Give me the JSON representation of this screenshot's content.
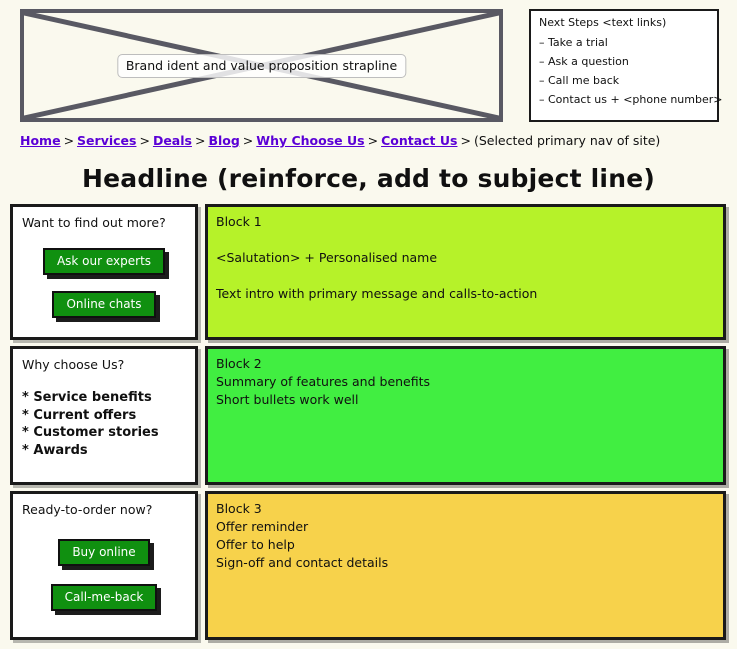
{
  "header": {
    "brand_box": {
      "strapline": "Brand ident and value proposition strapline",
      "border_color": "#595963"
    },
    "next_steps": {
      "title": "Next Steps <text links)",
      "items": [
        "– Take a trial",
        "– Ask a question",
        "– Call me back",
        "– Contact us + <phone number>"
      ]
    }
  },
  "nav": {
    "links": [
      "Home",
      "Services",
      "Deals",
      "Blog",
      "Why Choose Us",
      "Contact Us"
    ],
    "separator": ">",
    "note": "(Selected primary nav of site)",
    "link_color": "#5A00D6"
  },
  "headline": "Headline (reinforce, add to subject line)",
  "left_panels": [
    {
      "title": "Want to find out more?",
      "buttons": [
        "Ask our experts",
        "Online chats"
      ],
      "bullets": []
    },
    {
      "title": "Why choose Us?",
      "buttons": [],
      "bullets": [
        "* Service benefits",
        "* Current offers",
        "* Customer stories",
        "* Awards"
      ]
    },
    {
      "title": "Ready-to-order now?",
      "buttons": [
        "Buy online",
        "Call-me-back"
      ],
      "bullets": []
    }
  ],
  "blocks": [
    {
      "label": "Block 1",
      "color": "#B6F229",
      "lines": [
        "<Salutation> + Personalised name",
        "Text intro with primary message and calls-to-action"
      ]
    },
    {
      "label": "Block 2",
      "color": "#41EE41",
      "lines": [
        "Summary of features and benefits",
        "Short bullets work well"
      ]
    },
    {
      "label": "Block 3",
      "color": "#F7D24B",
      "lines": [
        "Offer reminder",
        "Offer to help",
        "Sign-off and contact details"
      ]
    }
  ],
  "theme": {
    "background": "#FAF9EE",
    "button_green": "#109010",
    "border_dark": "#1A1A1A"
  }
}
